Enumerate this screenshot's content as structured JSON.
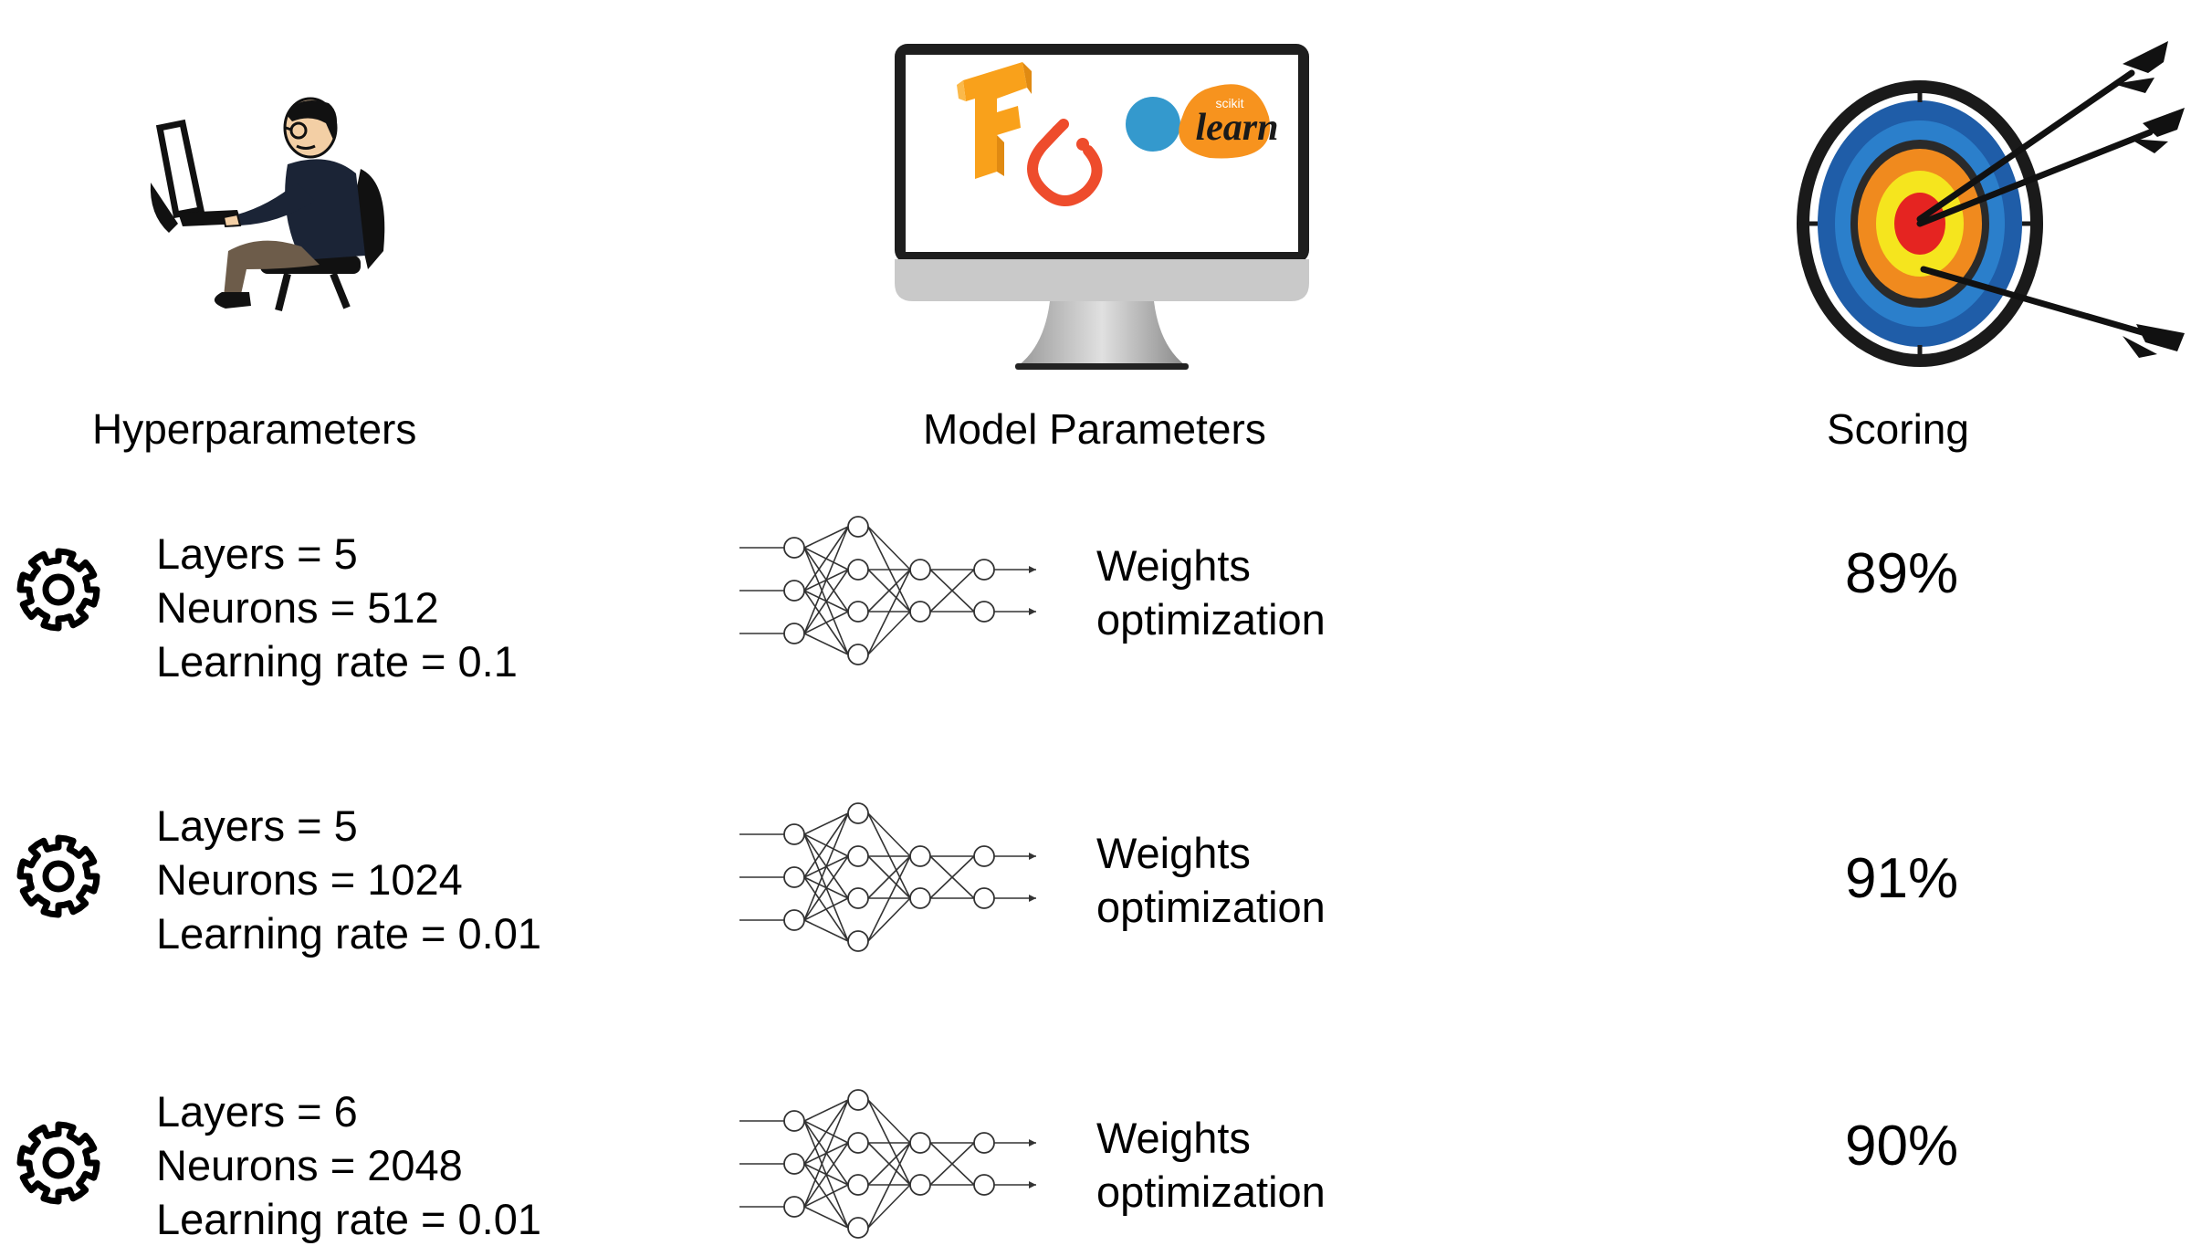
{
  "headers": {
    "hyperparameters": "Hyperparameters",
    "model_parameters": "Model Parameters",
    "scoring": "Scoring"
  },
  "logos": {
    "brand_text": "learn",
    "brand_small": "scikit"
  },
  "icons": {
    "developer": "person-at-computer-icon",
    "monitor": "monitor-icon",
    "target": "target-with-arrows-icon",
    "settings": "gear-icon",
    "network": "neural-network-icon"
  },
  "colors": {
    "tensorflow_orange": "#F9A11B",
    "pytorch_red": "#EE4C2C",
    "sklearn_orange": "#F7931E",
    "sklearn_blue": "#3499CD"
  },
  "rows": [
    {
      "layers": "Layers =  5",
      "neurons": "Neurons = 512",
      "learning_rate": "Learning rate = 0.1",
      "optimization_line1": "Weights",
      "optimization_line2": "optimization",
      "score": "89%"
    },
    {
      "layers": "Layers =  5",
      "neurons": "Neurons = 1024",
      "learning_rate": "Learning rate = 0.01",
      "optimization_line1": "Weights",
      "optimization_line2": "optimization",
      "score": "91%"
    },
    {
      "layers": "Layers =  6",
      "neurons": "Neurons = 2048",
      "learning_rate": "Learning rate = 0.01",
      "optimization_line1": "Weights",
      "optimization_line2": "optimization",
      "score": "90%"
    }
  ]
}
